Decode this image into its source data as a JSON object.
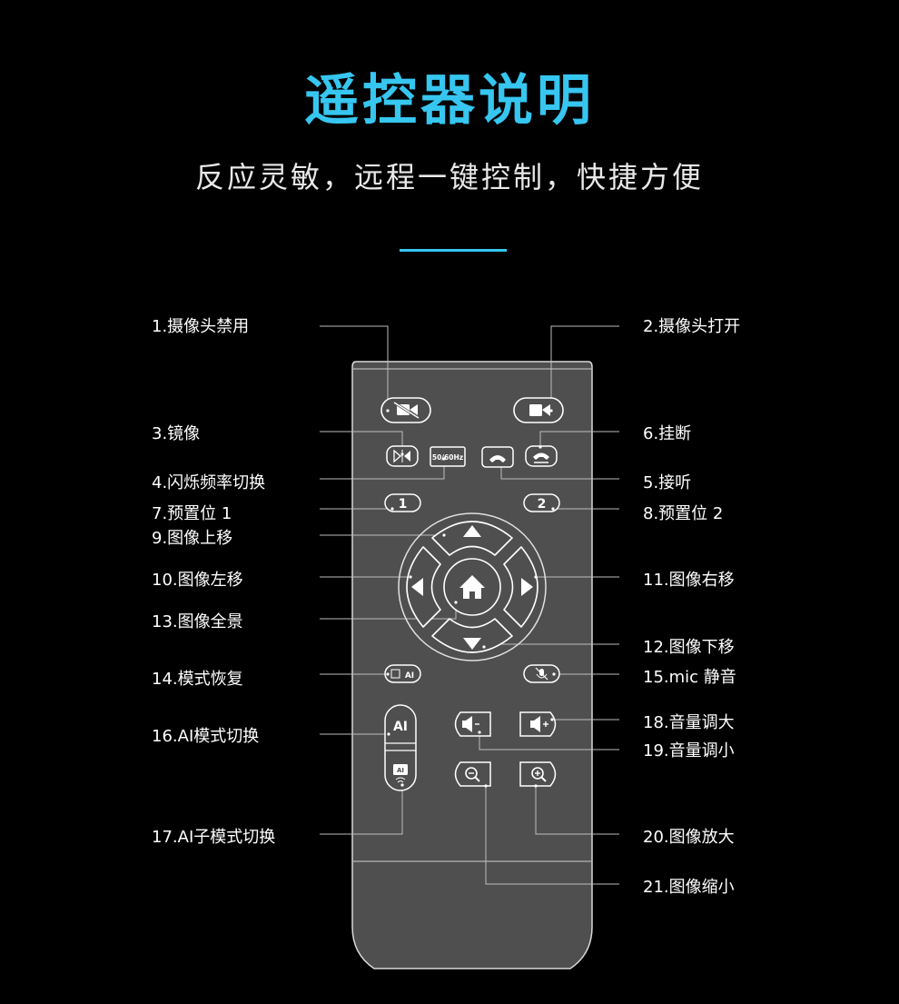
{
  "header": {
    "title": "遥控器说明",
    "subtitle": "反应灵敏，远程一键控制，快捷方便"
  },
  "colors": {
    "accent": "#36c6f0",
    "remote_body": "#4f4f4f",
    "leader_line": "#bdbdbd"
  },
  "remote": {
    "freq_button_text": "50/60Hz",
    "preset1_text": "1",
    "preset2_text": "2",
    "mode_restore_text": "AI",
    "ai_button_text": "AI",
    "ai_sub_text": "AI"
  },
  "labels": {
    "l1": "1.摄像头禁用",
    "l2": "2.摄像头打开",
    "l3": "3.镜像",
    "l4": "4.闪烁频率切换",
    "l5": "5.接听",
    "l6": "6.挂断",
    "l7": "7.预置位 1",
    "l8": "8.预置位 2",
    "l9": "9.图像上移",
    "l10": "10.图像左移",
    "l11": "11.图像右移",
    "l12": "12.图像下移",
    "l13": "13.图像全景",
    "l14": "14.模式恢复",
    "l15": "15.mic 静音",
    "l16": "16.AI模式切换",
    "l17": "17.AI子模式切换",
    "l18": "18.音量调大",
    "l19": "19.音量调小",
    "l20": "20.图像放大",
    "l21": "21.图像缩小"
  }
}
